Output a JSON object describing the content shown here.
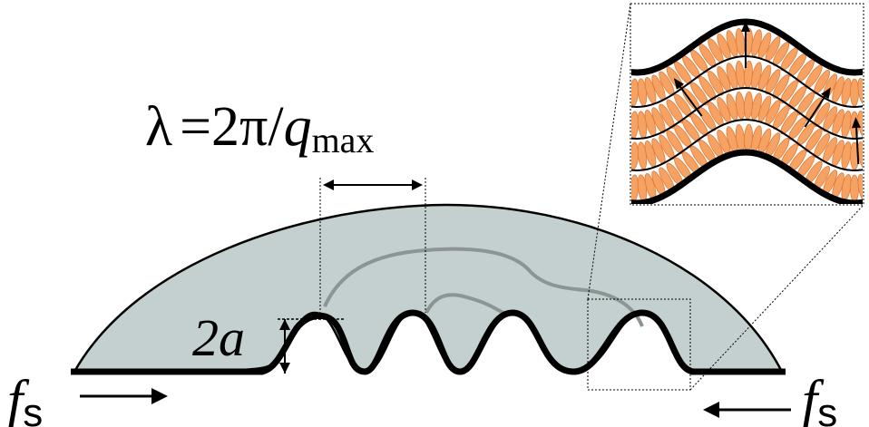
{
  "labels": {
    "wavelength_lambda": "λ",
    "wavelength_rest": "=2π/",
    "wavelength_q": "q",
    "wavelength_sub": "max",
    "amplitude": "2a",
    "force_left_f": "f",
    "force_left_sub": "s",
    "force_right_f": "f",
    "force_right_sub": "s"
  },
  "colors": {
    "drop_fill": "#c4cfcf",
    "outline": "#000000",
    "gray_line": "#8c9494",
    "ellipse_fill": "#f6a263",
    "ellipse_stroke": "#e07b3a"
  }
}
